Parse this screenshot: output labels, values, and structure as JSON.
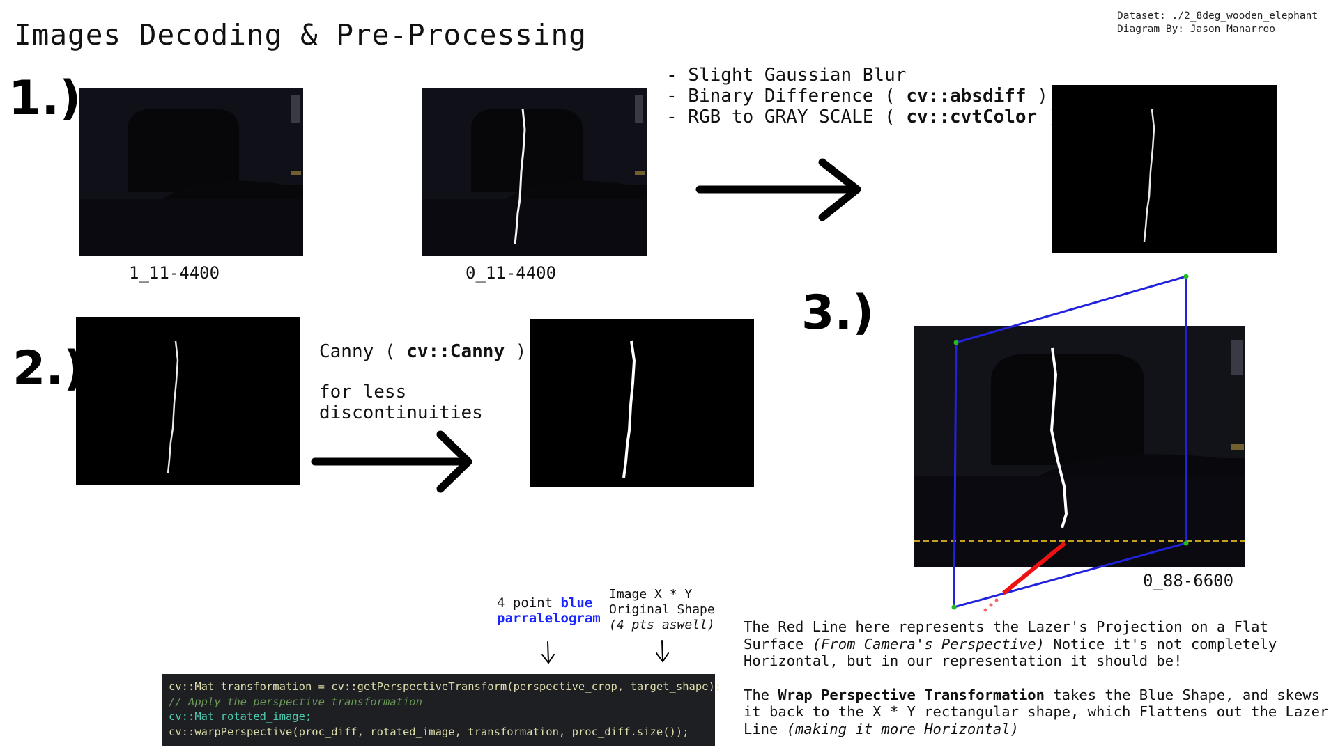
{
  "title": "Images Decoding & Pre-Processing",
  "meta": {
    "dataset": "Dataset: ./2_8deg_wooden_elephant",
    "author": "Diagram By: Jason Manarroo"
  },
  "steps": {
    "one": "1.)",
    "two": "2.)",
    "three": "3.)"
  },
  "images": {
    "img1_caption": "1_11-4400",
    "img2_caption": "0_11-4400",
    "img5_caption": "0_88-6600"
  },
  "step1_ops": {
    "op1": "- Slight Gaussian Blur",
    "op2_prefix": "- Binary Difference ( ",
    "op2_code": "cv::absdiff",
    "op2_suffix": " )",
    "op3_prefix": "- RGB to GRAY SCALE ( ",
    "op3_code": "cv::cvtColor",
    "op3_suffix": " )"
  },
  "step2_ops": {
    "prefix": "Canny ( ",
    "code": "cv::Canny",
    "suffix": " )",
    "line2": "for less",
    "line3": "discontinuities"
  },
  "labels": {
    "blue_prefix": "4 point ",
    "blue_word": "blue",
    "blue_line2": "parralelogram",
    "img_line1": "Image X * Y",
    "img_line2": "Original Shape",
    "img_line3": "(4 pts aswell)"
  },
  "code": {
    "line1": "cv::Mat transformation = cv::getPerspectiveTransform(perspective_crop, target_shape);",
    "line2": "// Apply the perspective transformation",
    "line3": "cv::Mat rotated_image;",
    "line4": "cv::warpPerspective(proc_diff, rotated_image, transformation, proc_diff.size());"
  },
  "explanation": {
    "p1_a": "The Red Line here represents the Lazer's Projection on a Flat Surface ",
    "p1_italic": "(From Camera's Perspective)",
    "p1_b": " Notice it's not completely Horizontal, but in our representation it should be!",
    "p2_a": "The ",
    "p2_bold": "Wrap Perspective Transformation",
    "p2_b": " takes the Blue Shape, and skews it back to the X * Y rectangular shape, which Flattens out the Lazer Line ",
    "p2_italic": "(making it more Horizontal)"
  },
  "colors": {
    "blue_shape": "#2222dd",
    "red_line": "#ee1111",
    "corner_points": "#22bb22",
    "floor_line": "#c8a020"
  }
}
